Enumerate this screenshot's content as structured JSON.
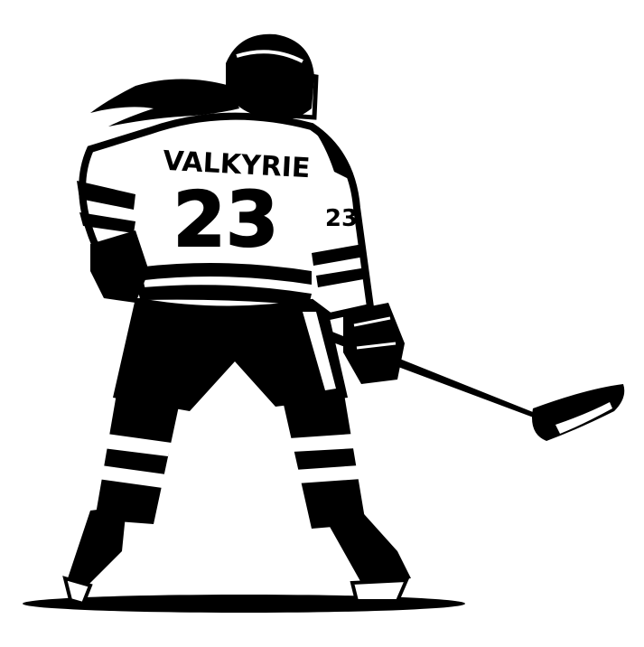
{
  "illustration": {
    "subject": "hockey-player",
    "jersey_name": "VALKYRIE",
    "jersey_number": "23",
    "sleeve_number": "23",
    "colors": {
      "ink": "#000000",
      "paper": "#ffffff"
    }
  }
}
